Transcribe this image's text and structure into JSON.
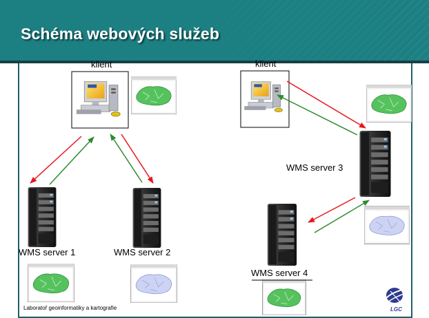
{
  "title": "Schéma webových služeb",
  "footer": "Laboratoř geoinformatiky a kartografie",
  "labels": {
    "client_left": "klient",
    "client_right": "klient",
    "server1": "WMS server 1",
    "server2": "WMS server 2",
    "server3": "WMS server 3",
    "server4": "WMS server 4"
  },
  "logo_text": "LGC",
  "colors": {
    "header": "#1c7f82",
    "request_arrow": "#e8161b",
    "response_arrow": "#2e8b2e",
    "map_green": "#3fb34a",
    "map_blue": "#a9b4e6"
  },
  "icons": [
    "client-computer-icon",
    "map-window-icon",
    "server-tower-icon",
    "lgc-logo-icon"
  ]
}
